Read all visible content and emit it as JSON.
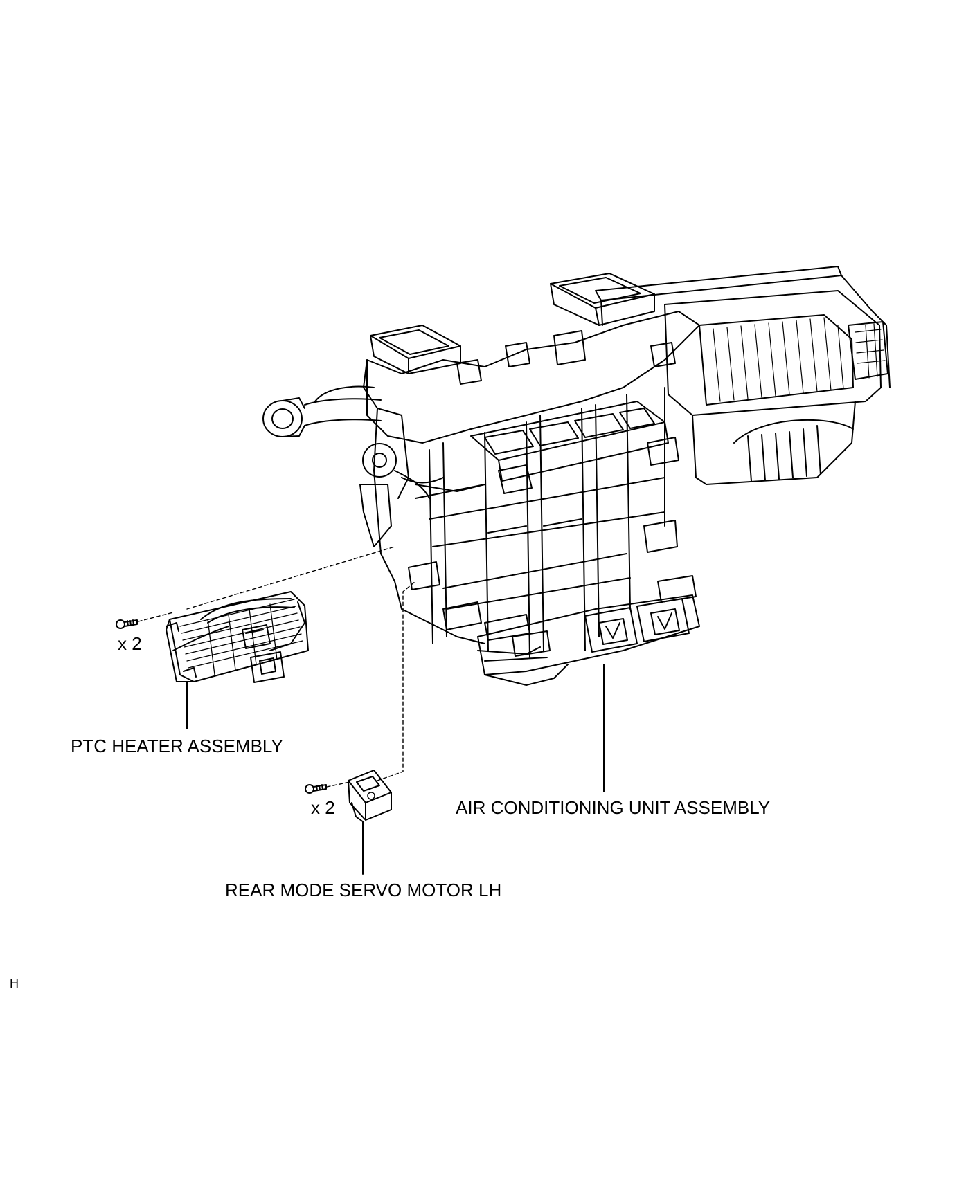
{
  "labels": {
    "ptc_heater": "PTC HEATER ASSEMBLY",
    "ac_unit": "AIR CONDITIONING UNIT ASSEMBLY",
    "servo_motor": "REAR MODE SERVO MOTOR LH"
  },
  "quantities": {
    "ptc_screws": "x 2",
    "servo_screws": "x 2"
  },
  "corner_code": "H"
}
